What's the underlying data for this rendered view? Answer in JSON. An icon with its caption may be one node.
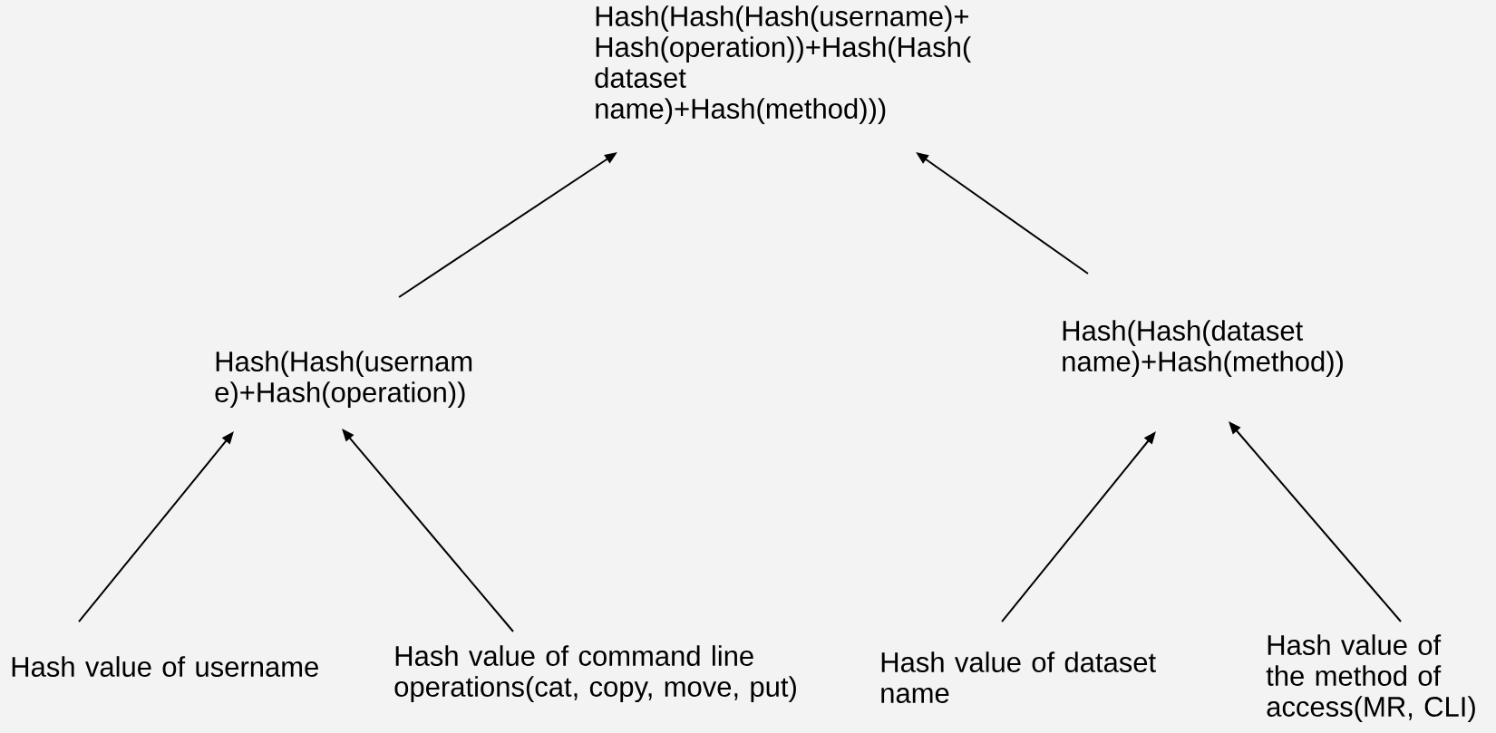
{
  "diagram": {
    "nodes": [
      {
        "text": [
          "Hash(Hash(Hash(username)+ Hash(operation))+Hash(Hash( dataset name)+Hash(method)))"
        ]
      },
      {
        "text": [
          "Hash(Hash(usernam e)+Hash(operation))"
        ]
      },
      {
        "text": [
          "Hash(Hash(dataset name)+Hash(method))"
        ]
      },
      {
        "text": [
          "Hash value of username"
        ]
      },
      {
        "text": [
          "Hash value of command line operations(cat, copy, move, put)"
        ]
      },
      {
        "text": [
          "Hash value of dataset name"
        ]
      },
      {
        "text": [
          "Hash value of the method of access(MR, CLI)"
        ]
      }
    ],
    "edges": [
      {
        "from": 1,
        "to": 0,
        "arrow": "to"
      },
      {
        "from": 2,
        "to": 0,
        "arrow": "to"
      },
      {
        "from": 3,
        "to": 1,
        "arrow": "to"
      },
      {
        "from": 4,
        "to": 1,
        "arrow": "to"
      },
      {
        "from": 5,
        "to": 2,
        "arrow": "to"
      },
      {
        "from": 6,
        "to": 2,
        "arrow": "to"
      }
    ]
  }
}
